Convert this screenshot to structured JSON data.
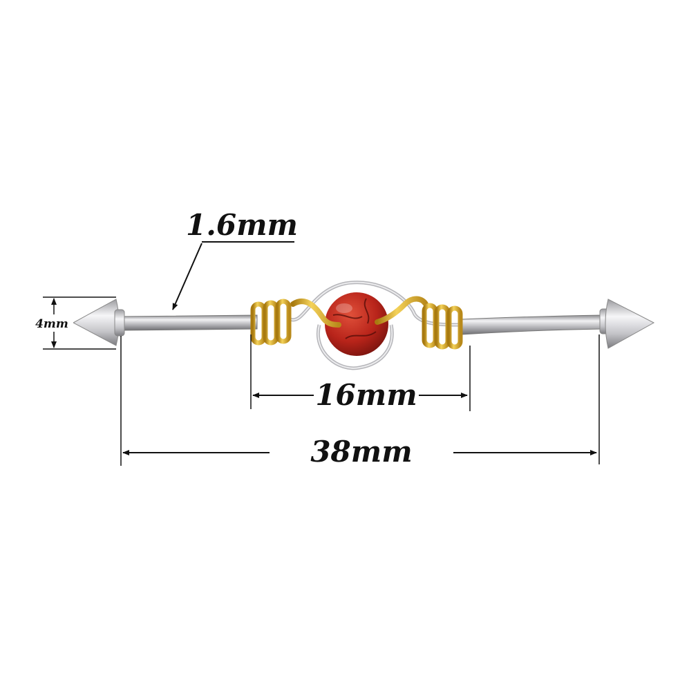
{
  "product": {
    "bead_color": "#b8241a",
    "wire_color": "#d9a91f",
    "steel_color": "#c9c9cc"
  },
  "dimensions": {
    "gauge_label": "1.6mm",
    "ball_label": "4mm",
    "inner_label": "16mm",
    "total_label": "38mm"
  }
}
